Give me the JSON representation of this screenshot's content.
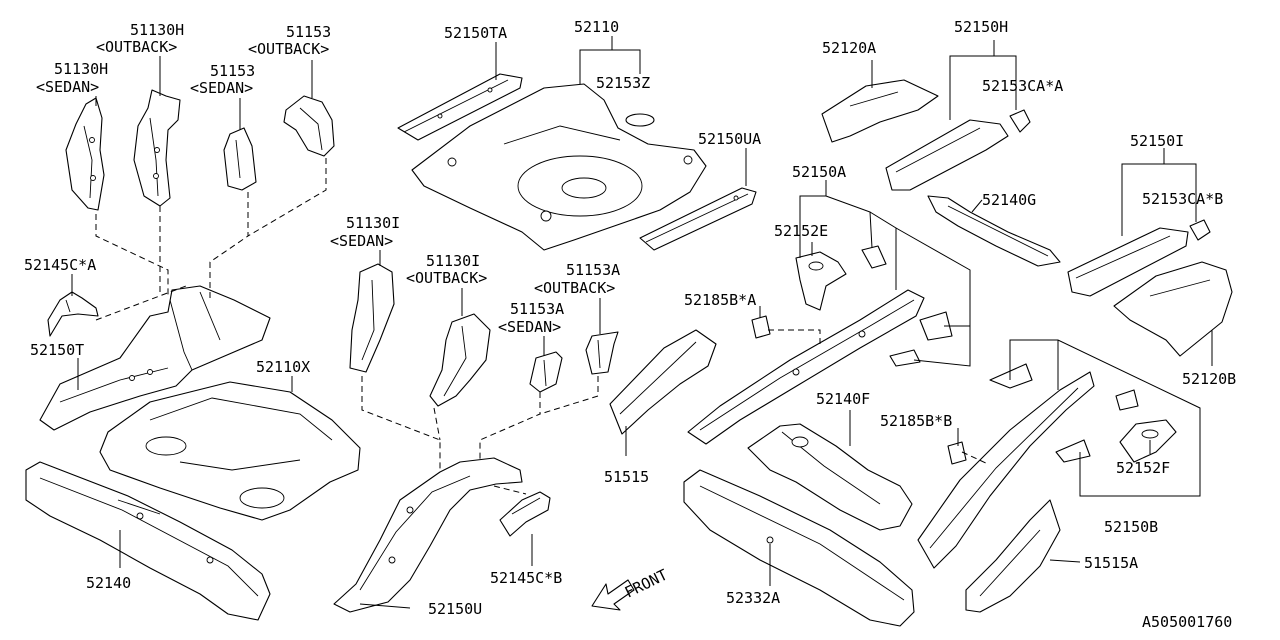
{
  "diagram": {
    "labels": {
      "l51130h_outback": "51130H",
      "l51130h_outback_variant": "<OUTBACK>",
      "l51130h_sedan": "51130H",
      "l51130h_sedan_variant": "<SEDAN>",
      "l51153_outback": "51153",
      "l51153_outback_variant": "<OUTBACK>",
      "l51153_sedan": "51153",
      "l51153_sedan_variant": "<SEDAN>",
      "l52145c_a": "52145C*A",
      "l52150t": "52150T",
      "l52110x": "52110X",
      "l52140": "52140",
      "l52150ta": "52150TA",
      "l52110": "52110",
      "l52153z": "52153Z",
      "l52150ua": "52150UA",
      "l51130i_sedan": "51130I",
      "l51130i_sedan_variant": "<SEDAN>",
      "l51130i_outback": "51130I",
      "l51130i_outback_variant": "<OUTBACK>",
      "l51153a_outback": "51153A",
      "l51153a_outback_variant": "<OUTBACK>",
      "l51153a_sedan": "51153A",
      "l51153a_sedan_variant": "<SEDAN>",
      "l52145c_b": "52145C*B",
      "l52150u": "52150U",
      "front": "FRONT",
      "l52120a": "52120A",
      "l52150h": "52150H",
      "l52153ca_a": "52153CA*A",
      "l52150a": "52150A",
      "l52140g": "52140G",
      "l52152e": "52152E",
      "l52185b_a": "52185B*A",
      "l51515": "51515",
      "l52150i": "52150I",
      "l52153ca_b": "52153CA*B",
      "l52120b": "52120B",
      "l52140f": "52140F",
      "l52185b_b": "52185B*B",
      "l52152f": "52152F",
      "l52150b": "52150B",
      "l52332a": "52332A",
      "l51515a": "51515A",
      "diagram_id": "A505001760"
    }
  }
}
